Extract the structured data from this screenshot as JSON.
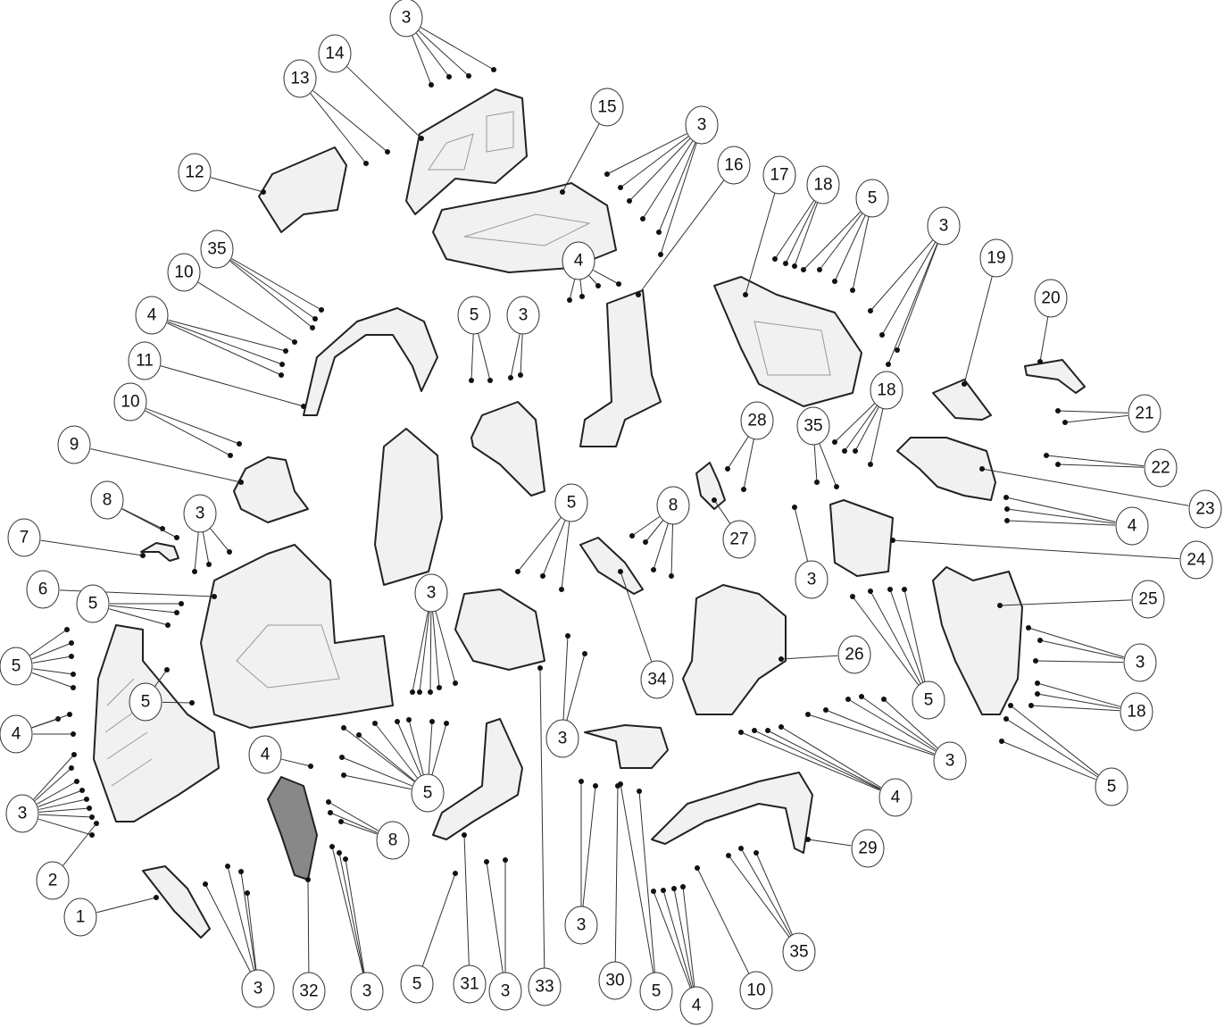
{
  "callouts": [
    "3",
    "14",
    "13",
    "15",
    "3",
    "16",
    "17",
    "18",
    "5",
    "3",
    "19",
    "20",
    "12",
    "35",
    "10",
    "4",
    "5",
    "3",
    "4",
    "11",
    "10",
    "18",
    "35",
    "28",
    "21",
    "9",
    "22",
    "23",
    "8",
    "3",
    "5",
    "8",
    "4",
    "27",
    "7",
    "24",
    "6",
    "3",
    "5",
    "3",
    "25",
    "5",
    "26",
    "34",
    "5",
    "3",
    "5",
    "18",
    "4",
    "3",
    "4",
    "3",
    "5",
    "4",
    "5",
    "3",
    "8",
    "29",
    "2",
    "1",
    "3",
    "35",
    "3",
    "32",
    "3",
    "5",
    "31",
    "3",
    "33",
    "30",
    "5",
    "4",
    "10"
  ]
}
